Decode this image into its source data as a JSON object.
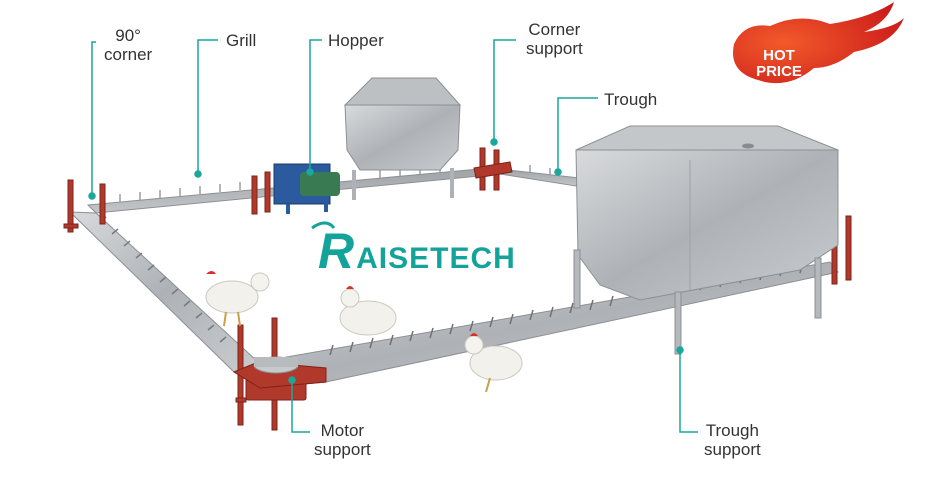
{
  "labels": {
    "corner_90": "90°\ncorner",
    "grill": "Grill",
    "hopper": "Hopper",
    "corner_support": "Corner\nsupport",
    "trough": "Trough",
    "motor_support": "Motor\nsupport",
    "trough_support": "Trough\nsupport"
  },
  "brand": {
    "first_letter": "R",
    "rest": "AISETECH"
  },
  "badge": {
    "text": "HOT\nPRICE"
  },
  "colors": {
    "callout": "#1aa79c",
    "brand": "#13a39a",
    "galvanized": "#b9bcbf",
    "red_frame": "#b0392b",
    "motor": "#2b5a9e",
    "badge_red": "#d6201f"
  }
}
